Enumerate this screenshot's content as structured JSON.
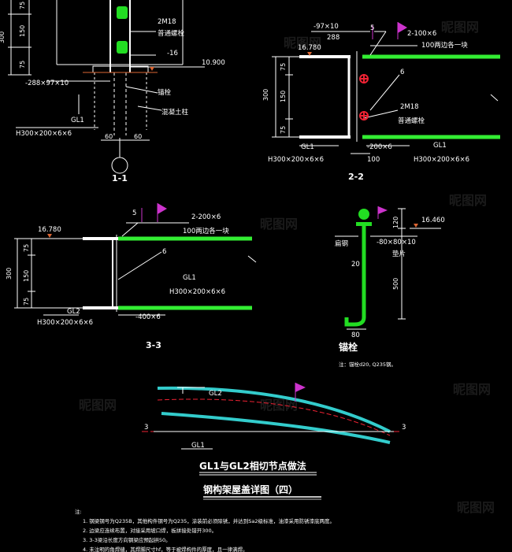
{
  "colors": {
    "background": "#000000",
    "steel_white": "#ffffff",
    "bolt_green": "#22dd22",
    "beam_green": "#33ee33",
    "marker_magenta": "#cc33cc",
    "bolt_red": "#ee2233",
    "curve_cyan": "#33cccc",
    "ground_orange": "#dd6633"
  },
  "s11": {
    "dim_300": "300",
    "dim_150": "150",
    "dim_75a": "75",
    "dim_75b": "75",
    "bolt_label": "2M18",
    "bolt_name": "普通螺栓",
    "plate_thk": "-16",
    "elev": "10.900",
    "plate_label": "-288×97×10",
    "anchor_label": "锚栓",
    "column_label": "混凝土柱",
    "beam_code": "GL1",
    "beam_spec": "H300×200×6×6",
    "dim_60a": "60",
    "dim_60b": "60",
    "section": "1-1"
  },
  "s22": {
    "plate_top": "-97×10",
    "dim_288": "288",
    "dim_5": "5",
    "rib_spec": "2-100×6",
    "rib_note": "100两边各一块",
    "elev": "16.780",
    "dim_300": "300",
    "dim_75a": "75",
    "dim_150": "150",
    "dim_75b": "75",
    "dim_6": "6",
    "bolt_label": "2M18",
    "bolt_name": "普通螺栓",
    "beam_left": "GL1",
    "plate_bottom": "-200×6",
    "beam_right": "GL1",
    "spec_left": "H300×200×6×6",
    "dim_100": "100",
    "spec_right": "H300×200×6×6",
    "section": "2-2"
  },
  "s33": {
    "dim_5": "5",
    "rib_spec": "2-200×6",
    "elev": "16.780",
    "rib_note": "100两边各一块",
    "dim_75a": "75",
    "dim_6": "6",
    "dim_300": "300",
    "dim_150": "150",
    "beam_code": "GL1",
    "spec_right": "H300×200×6×6",
    "dim_75b": "75",
    "beam_left": "GL2",
    "plate": "-400×6",
    "spec_left": "H300×200×6×6",
    "section": "3-3"
  },
  "anchor": {
    "dim_120": "120",
    "elev": "16.460",
    "nut_label": "扁钢",
    "plate_label": "-80×80×10",
    "washer_label": "垫片",
    "dim_20": "20",
    "dim_500": "500",
    "dim_80": "80",
    "title": "锚栓",
    "note": "注：锚栓d20, Q235钢。"
  },
  "plan": {
    "beam_top": "GL2",
    "beam_bottom": "GL1",
    "cut_left": "3",
    "cut_right": "3",
    "title": "GL1与GL2相切节点做法"
  },
  "sheet_title": "钢构架屋盖详图（四）",
  "notes": {
    "head": "注:",
    "items": [
      "1.  钢梁钢号为Q235B，其他构件钢号为Q235，涂装前必须除锈，并达到Sa2级标准，油漆采用防锈漆底两度。",
      "2.  边梁应连续布置，对接采用坡口焊，板拼接处错开300。",
      "3.  3-3梁沿长度方向钢梁应预起拱50。",
      "4.  未注明的角焊缝，其焊脚尺寸hf，等于被焊构件的厚度，且一律满焊。"
    ]
  },
  "watermark": "昵图网"
}
